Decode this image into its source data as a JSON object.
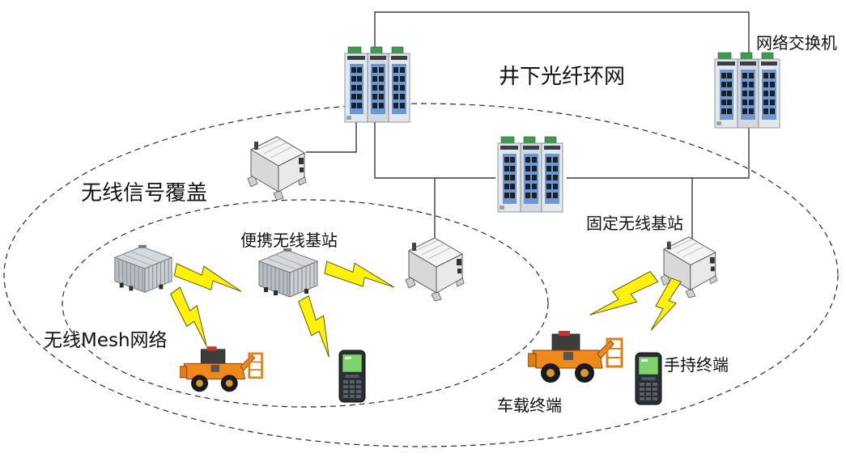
{
  "labels": {
    "network_switch": "网络交换机",
    "fiber_ring_network": "井下光纤环网",
    "wireless_coverage": "无线信号覆盖",
    "portable_base_station": "便携无线基站",
    "fixed_base_station": "固定无线基站",
    "mesh_network": "无线Mesh网络",
    "handheld_terminal": "手持终端",
    "vehicle_terminal": "车载终端"
  },
  "icons": {
    "switch": "industrial-ethernet-switch-icon",
    "access_point": "outdoor-wireless-access-point-icon",
    "portable_station": "portable-wireless-base-station-icon",
    "wireless_link": "lightning-bolt-icon",
    "vehicle": "mining-vehicle-icon",
    "handheld": "handheld-terminal-icon"
  },
  "colors": {
    "wire": "#3a3a3a",
    "coverage_outline": "#2b2b2b",
    "wireless_link": "#fff10a",
    "switch_panel": "#6a98d4",
    "vehicle_body": "#f0891a"
  }
}
